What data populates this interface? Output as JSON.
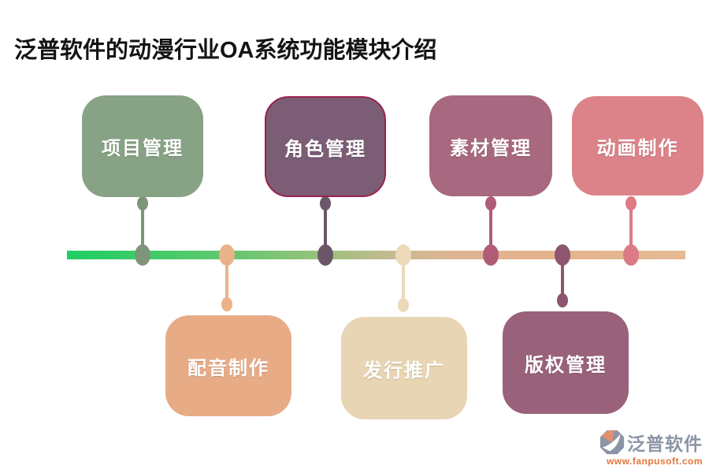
{
  "title": "泛普软件的动漫行业OA系统功能模块介绍",
  "timeline": {
    "gradient_colors": [
      "#1FCE61",
      "#62C770",
      "#9CC17D",
      "#C4BA90",
      "#DEB593",
      "#E5BA95"
    ]
  },
  "modules": [
    {
      "label": "项目管理",
      "position": "top",
      "box_color": "#87A285",
      "connector_color": "#7E9579"
    },
    {
      "label": "配音制作",
      "position": "bottom",
      "box_color": "#E7AC86",
      "connector_color": "#EAB289"
    },
    {
      "label": "角色管理",
      "position": "top",
      "box_color": "#7B5E75",
      "connector_color": "#6B5769",
      "border_color": "#9B2150"
    },
    {
      "label": "发行推广",
      "position": "bottom",
      "box_color": "#E8D5B3",
      "connector_color": "#ECDAB9"
    },
    {
      "label": "素材管理",
      "position": "top",
      "box_color": "#A8687F",
      "connector_color": "#B05C77"
    },
    {
      "label": "版权管理",
      "position": "bottom",
      "box_color": "#99627A",
      "connector_color": "#8D5570"
    },
    {
      "label": "动画制作",
      "position": "top",
      "box_color": "#DC8289",
      "connector_color": "#DC7B85"
    }
  ],
  "footer_logo": {
    "brand": "泛普软件",
    "website": "www.fanpusoft.com",
    "brand_color": "#8B94A6",
    "website_color": "#E4763A",
    "icon_gray": "#8C95A7",
    "icon_orange": "#E2906C"
  }
}
